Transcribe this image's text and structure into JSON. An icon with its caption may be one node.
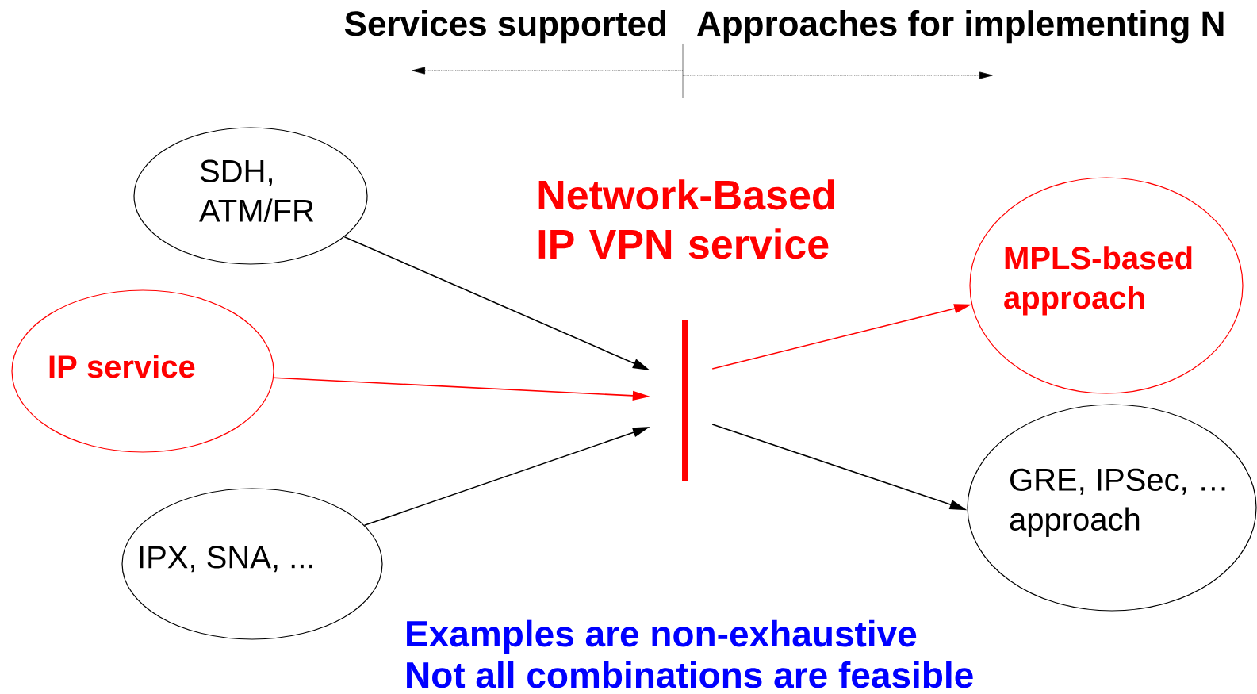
{
  "diagram": {
    "nodes": [
      {
        "text": [
          "SDH, ATM/FR"
        ]
      },
      {
        "text": [
          "IP service"
        ]
      },
      {
        "text": [
          "IPX, SNA, ..."
        ]
      },
      {
        "text": [],
        "shape": "bar"
      },
      {
        "text": [
          "MPLS-based approach"
        ]
      },
      {
        "text": [
          "GRE, IPSec, … approach"
        ]
      }
    ],
    "edges": [
      {
        "from": 0,
        "to": 3,
        "arrow": "to"
      },
      {
        "from": 1,
        "to": 3,
        "arrow": "to",
        "color": "#ff0000"
      },
      {
        "from": 2,
        "to": 3,
        "arrow": "to"
      },
      {
        "from": 3,
        "to": 4,
        "arrow": "to",
        "color": "#ff0000"
      },
      {
        "from": 3,
        "to": 5,
        "arrow": "to"
      }
    ],
    "labels": [
      "Services supported",
      "Approaches for implementing N",
      "Network-Based IP VPN service",
      "Examples are non-exhaustive",
      "Not all combinations are feasible"
    ]
  }
}
